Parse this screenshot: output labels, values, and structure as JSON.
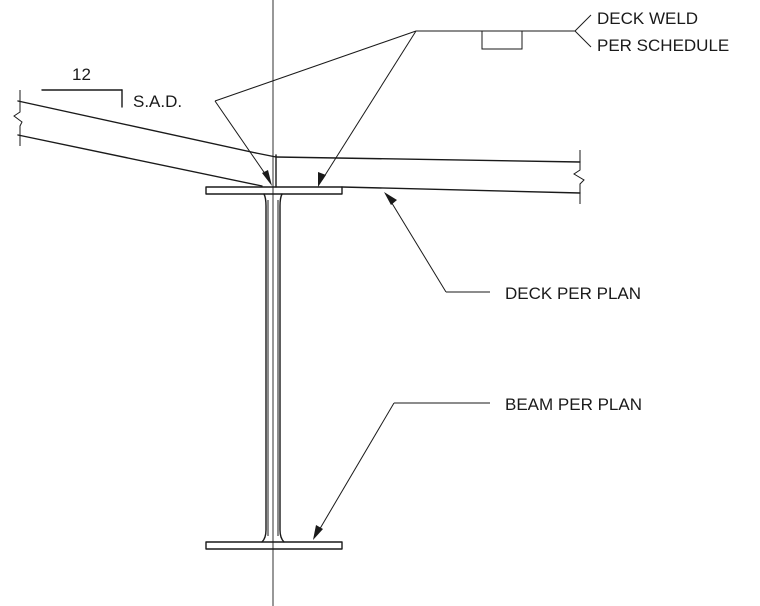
{
  "labels": {
    "slope_rise": "12",
    "slope_note": "S.A.D.",
    "deck_weld_line1": "DECK WELD",
    "deck_weld_line2": "PER SCHEDULE",
    "deck": "DECK PER PLAN",
    "beam": "BEAM PER PLAN"
  },
  "colors": {
    "line": "#1a1a1a",
    "background": "#ffffff"
  }
}
